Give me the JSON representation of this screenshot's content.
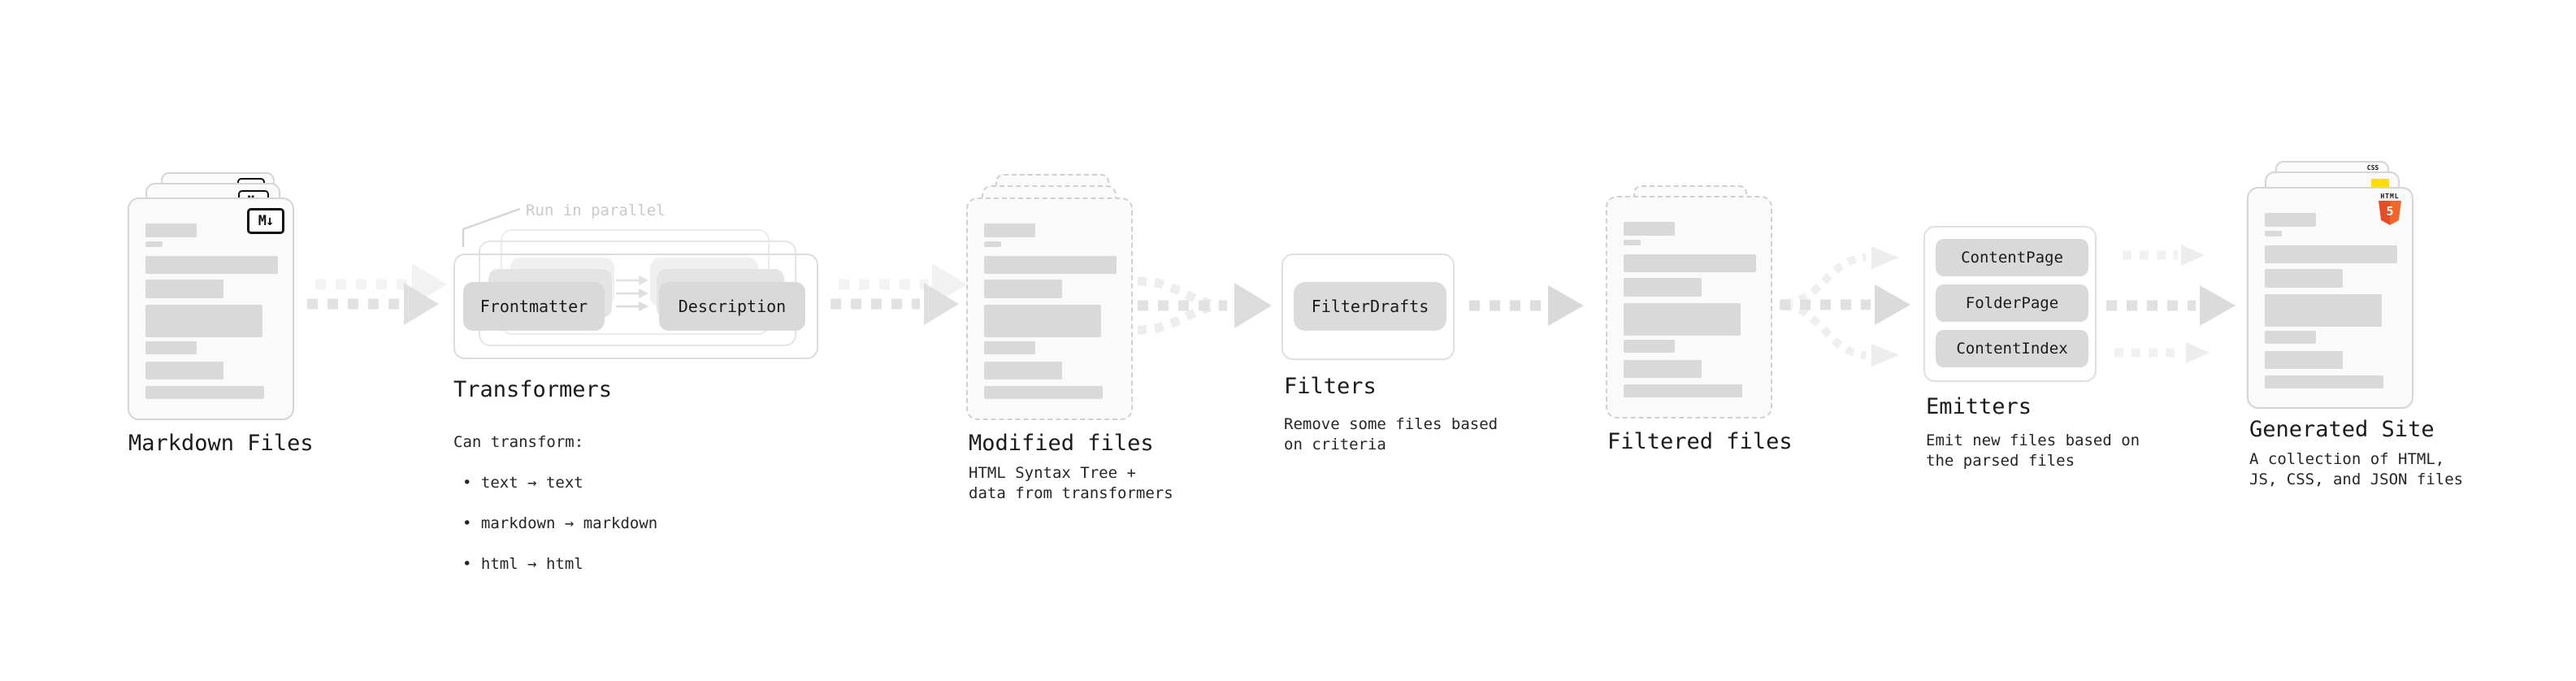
{
  "stages": {
    "markdown": {
      "label": "Markdown Files",
      "badge": "M↓"
    },
    "transformers": {
      "label": "Transformers",
      "annotation": "Run in parallel",
      "pill_left": "Frontmatter",
      "pill_right": "Description",
      "note_title": "Can transform:",
      "bullets": [
        "• text → text",
        "• markdown → markdown",
        "• html → html"
      ]
    },
    "modified": {
      "label": "Modified files",
      "note": "HTML Syntax Tree +\ndata from transformers"
    },
    "filters": {
      "label": "Filters",
      "pill": "FilterDrafts",
      "note": "Remove some files based\non criteria"
    },
    "filtered": {
      "label": "Filtered files"
    },
    "emitters": {
      "label": "Emitters",
      "pills": [
        "ContentPage",
        "FolderPage",
        "ContentIndex"
      ],
      "note": "Emit new files based on\nthe parsed files"
    },
    "generated": {
      "label": "Generated Site",
      "note": "A collection of HTML,\nJS, CSS, and JSON files",
      "badge_html_label": "HTML",
      "badge_html_number": "5",
      "badge_css": "CSS"
    }
  },
  "colors": {
    "html5_left": "#e44d26",
    "html5_right": "#f16529",
    "js_yellow": "#ffdd00",
    "css_blue": "#2e6df6",
    "ink": "#1c1c1c",
    "annotation_gray": "#c9c9c9",
    "skeleton_bar": "#d9d9d9"
  }
}
